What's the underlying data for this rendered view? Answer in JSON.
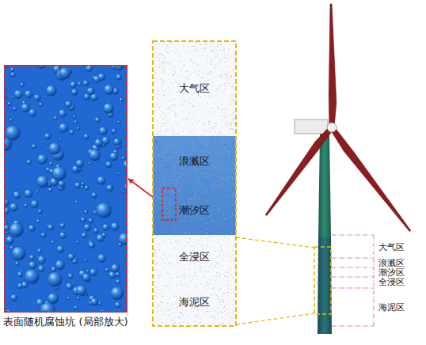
{
  "diagram": {
    "nodes": [
      {
        "text": [
          "表面随机腐蚀坑 (局部放大)"
        ]
      },
      {
        "text": [
          "大气区"
        ]
      },
      {
        "text": [
          "浪溅区"
        ]
      },
      {
        "text": [
          "潮汐区"
        ]
      },
      {
        "text": [
          "全浸区"
        ]
      },
      {
        "text": [
          "海泥区"
        ]
      }
    ],
    "edges": [
      {
        "from": 3,
        "to": 0,
        "arrow": "to"
      }
    ],
    "labels": [
      "大气区",
      "浪溅区",
      "潮汐区",
      "全浸区",
      "海泥区"
    ]
  }
}
